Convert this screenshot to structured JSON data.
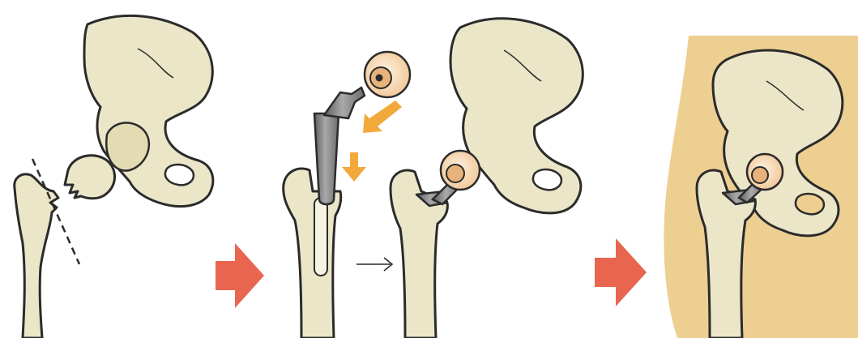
{
  "figure": {
    "panels": [
      {
        "id": "fractured-hip",
        "caption": ""
      },
      {
        "id": "implant-components",
        "caption": ""
      },
      {
        "id": "assembled-implant",
        "caption": ""
      },
      {
        "id": "implant-in-body",
        "caption": ""
      }
    ],
    "colors": {
      "bone": "#ebe6c8",
      "bone_stroke": "#2b2b2b",
      "skin": "#edcf92",
      "implant_metal": "#8c8c8c",
      "implant_head": "#f3d2a6",
      "step_arrow": "#e86650",
      "insert_arrow": "#f2a93b"
    },
    "icons": [
      "big-red-arrow",
      "thin-black-arrow",
      "orange-arrow"
    ]
  }
}
